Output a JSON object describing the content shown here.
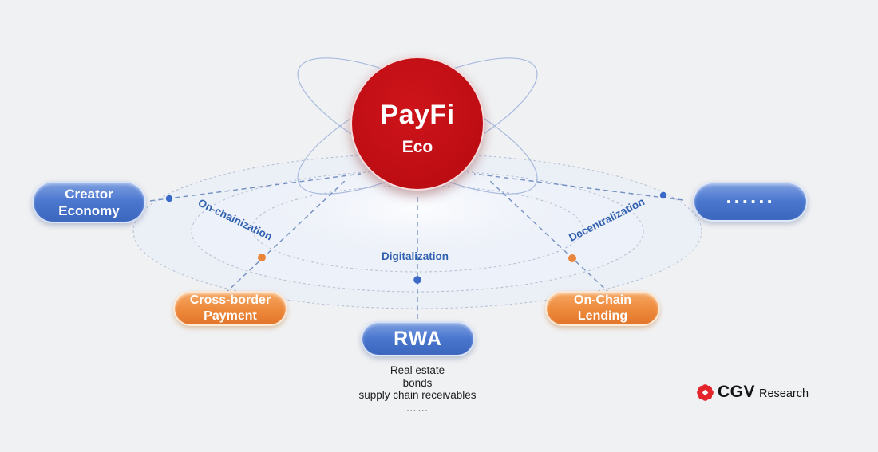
{
  "diagram": {
    "center": {
      "title": "PayFi",
      "subtitle": "Eco"
    },
    "nodes": {
      "creator_economy": {
        "line1": "Creator",
        "line2": "Economy"
      },
      "more": {
        "label": "......"
      },
      "cross_border": {
        "line1": "Cross-border",
        "line2": "Payment"
      },
      "on_chain_lending": {
        "line1": "On-Chain",
        "line2": "Lending"
      },
      "rwa": {
        "label": "RWA"
      }
    },
    "axis_labels": {
      "left": "On-chainization",
      "center": "Digitalization",
      "right": "Decentralization"
    },
    "rwa_details": [
      "Real estate",
      "bonds",
      "supply chain receivables",
      "……"
    ],
    "logo": {
      "brand": "CGV",
      "suffix": "Research"
    },
    "colors": {
      "red": "#bd0d13",
      "blue_node": "#4b77cf",
      "orange_node": "#ee8a3c",
      "label_text": "#3060b0",
      "ray": "#7590c2",
      "ring": "#b7c2d6",
      "orbit": "#a8bade",
      "dot_blue": "#3a69c8",
      "dot_orange": "#ea853c",
      "logo_red": "#e4252b",
      "background": "#f0f1f3"
    }
  }
}
